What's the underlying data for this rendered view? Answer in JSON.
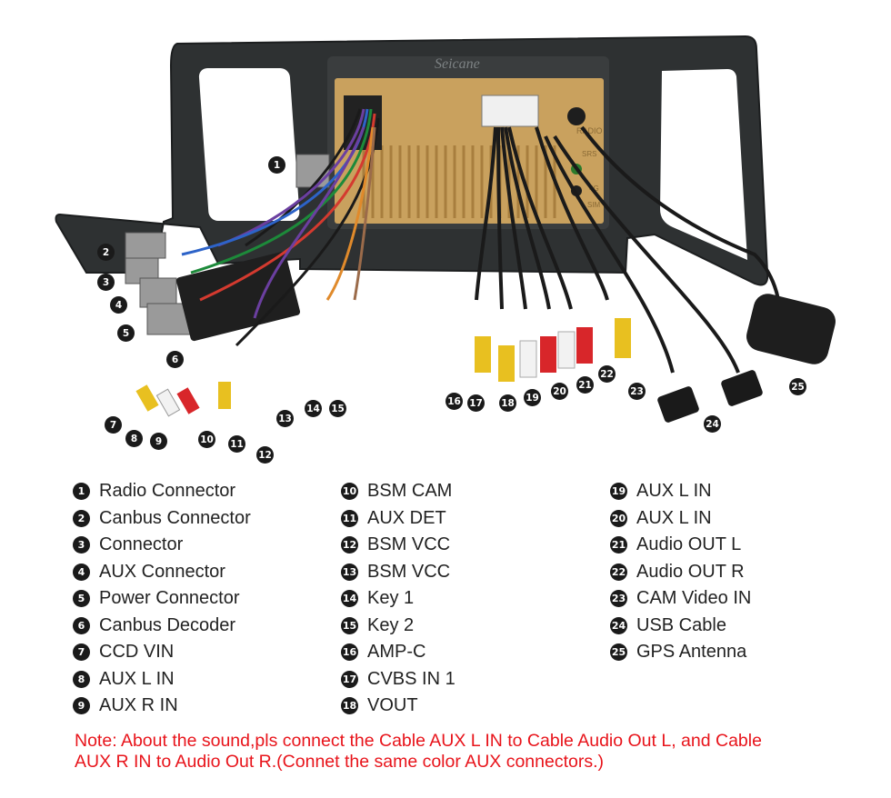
{
  "unit_brand": "Seicane",
  "panel_markings": [
    "RADIO",
    "SRS",
    "4G",
    "SIM"
  ],
  "callouts": [
    "1",
    "2",
    "3",
    "4",
    "5",
    "6",
    "7",
    "8",
    "9",
    "10",
    "11",
    "12",
    "13",
    "14",
    "15",
    "16",
    "17",
    "18",
    "19",
    "20",
    "21",
    "22",
    "23",
    "24",
    "25"
  ],
  "legend": {
    "col1": [
      {
        "num": "1",
        "label": "Radio Connector"
      },
      {
        "num": "2",
        "label": "Canbus Connector"
      },
      {
        "num": "3",
        "label": "Connector"
      },
      {
        "num": "4",
        "label": "AUX Connector"
      },
      {
        "num": "5",
        "label": "Power Connector"
      },
      {
        "num": "6",
        "label": "Canbus Decoder"
      },
      {
        "num": "7",
        "label": "CCD VIN"
      },
      {
        "num": "8",
        "label": "AUX L IN"
      },
      {
        "num": "9",
        "label": "AUX R IN"
      }
    ],
    "col2": [
      {
        "num": "10",
        "label": "BSM CAM"
      },
      {
        "num": "11",
        "label": "AUX DET"
      },
      {
        "num": "12",
        "label": "BSM VCC"
      },
      {
        "num": "13",
        "label": "BSM VCC"
      },
      {
        "num": "14",
        "label": "Key 1"
      },
      {
        "num": "15",
        "label": "Key 2"
      },
      {
        "num": "16",
        "label": "AMP-C"
      },
      {
        "num": "17",
        "label": "CVBS IN 1"
      },
      {
        "num": "18",
        "label": "VOUT"
      }
    ],
    "col3": [
      {
        "num": "19",
        "label": "AUX L IN"
      },
      {
        "num": "20",
        "label": "AUX L IN"
      },
      {
        "num": "21",
        "label": "Audio OUT L"
      },
      {
        "num": "22",
        "label": "Audio OUT R"
      },
      {
        "num": "23",
        "label": "CAM Video IN"
      },
      {
        "num": "24",
        "label": "USB Cable"
      },
      {
        "num": "25",
        "label": "GPS Antenna"
      }
    ]
  },
  "note": {
    "line1": "Note: About the sound,pls connect the Cable AUX L IN to Cable Audio Out L, and Cable",
    "line2": "AUX R IN to  Audio Out R.(Connet the same color AUX connectors.)"
  },
  "colors": {
    "note_text": "#e8141b",
    "frame": "#2a2d2e",
    "unit_body": "#c9a15e",
    "badge": "#1a1a1a"
  }
}
